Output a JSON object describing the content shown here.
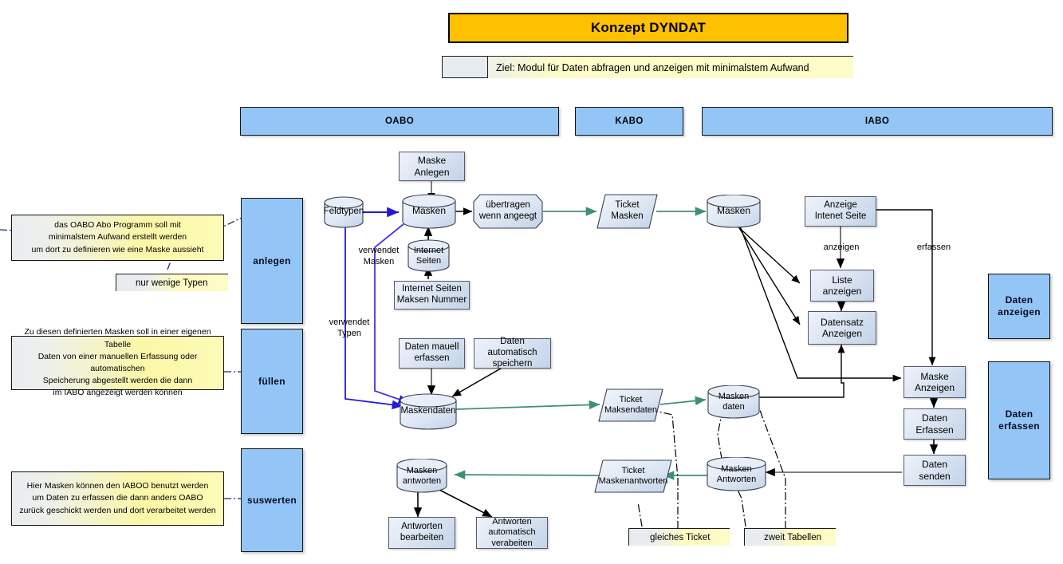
{
  "title": {
    "text": "Konzept DYNDAT"
  },
  "goal": {
    "text": "Ziel: Modul für Daten abfragen und anzeigen mit minimalstem Aufwand"
  },
  "lanes": [
    {
      "label": "OABO"
    },
    {
      "label": "KABO"
    },
    {
      "label": "IABO"
    }
  ],
  "phases": [
    {
      "label": "anlegen"
    },
    {
      "label": "füllen"
    },
    {
      "label": "suswerten"
    }
  ],
  "comments": [
    {
      "text": "das OABO Abo Programm soll mit\nminimalstem Aufwand erstellt werden\num dort zu definieren wie eine Maske aussieht"
    },
    {
      "text": "Zu diesen definierten Masken soll in einer eigenen Tabelle\nDaten von einer manuellen Erfassung oder automatischen\nSpeicherung abgestellt werden die dann\nim IABO angezeigt werden können"
    },
    {
      "text": "Hier Masken können den IABOO benutzt werden\num Daten zu erfassen die dann anders OABO\nzurück geschickt werden und dort verarbeitet werden"
    }
  ],
  "mini_notes": [
    {
      "text": "nur wenige Typen"
    },
    {
      "text": "gleiches Ticket"
    },
    {
      "text": "zweit Tabellen"
    }
  ],
  "right_boxes": [
    {
      "label": "Daten\nanzeigen"
    },
    {
      "label": "Daten\nerfassen"
    }
  ],
  "oabo": {
    "maske_anlegen": "Maske Anlegen",
    "feldtypen": "Feldtypen",
    "masken": "Masken",
    "internet_seiten": "Internet\nSeiten",
    "internet_seiten_maksen_nummer": "Internet Seiten\nMaksen Nummer",
    "uebertragen": "übertragen\nwenn angeegt",
    "daten_mauell_erfassen": "Daten mauell\nerfassen",
    "daten_automatisch_speichern": "Daten automatisch\nspeichern",
    "maskendaten": "Maskendaten",
    "masken_antworten": "Masken\nantworten",
    "antworten_bearbeiten": "Antworten\nbearbeiten",
    "antworten_automatisch_verabeiten": "Antworten\nautomatisch\nverabeiten"
  },
  "kabo": {
    "ticket_masken": "Ticket\nMasken",
    "ticket_maksendaten": "Ticket\nMaksendaten",
    "ticket_maskenantworten": "Ticket\nMaskenantworten"
  },
  "iabo": {
    "masken": "Masken",
    "anzeige_internet_seite": "Anzeige\nIntenet Seite",
    "liste_anzeigen": "Liste\nanzeigen",
    "datensatz_anzeigen": "Datensatz\nAnzeigen",
    "masken_daten": "Masken\ndaten",
    "masken_antworten": "Masken\nAntworten",
    "maske_anzeigen": "Maske\nAnzeigen",
    "daten_erfassen": "Daten\nErfassen",
    "daten_senden": "Daten\nsenden"
  },
  "edge_labels": [
    {
      "text": "verwendet\nMasken"
    },
    {
      "text": "verwendet\nTypen"
    },
    {
      "text": "anzeigen"
    },
    {
      "text": "erfassen"
    }
  ],
  "colors": {
    "accent_title": "#FFC000",
    "lane_blue": "#93C6F7",
    "note_yellow": "#FDFBC8",
    "node_fill": "#DBE5F2",
    "flow_green": "#3E8F78",
    "flow_blue": "#2418D8",
    "flow_black": "#000000"
  }
}
